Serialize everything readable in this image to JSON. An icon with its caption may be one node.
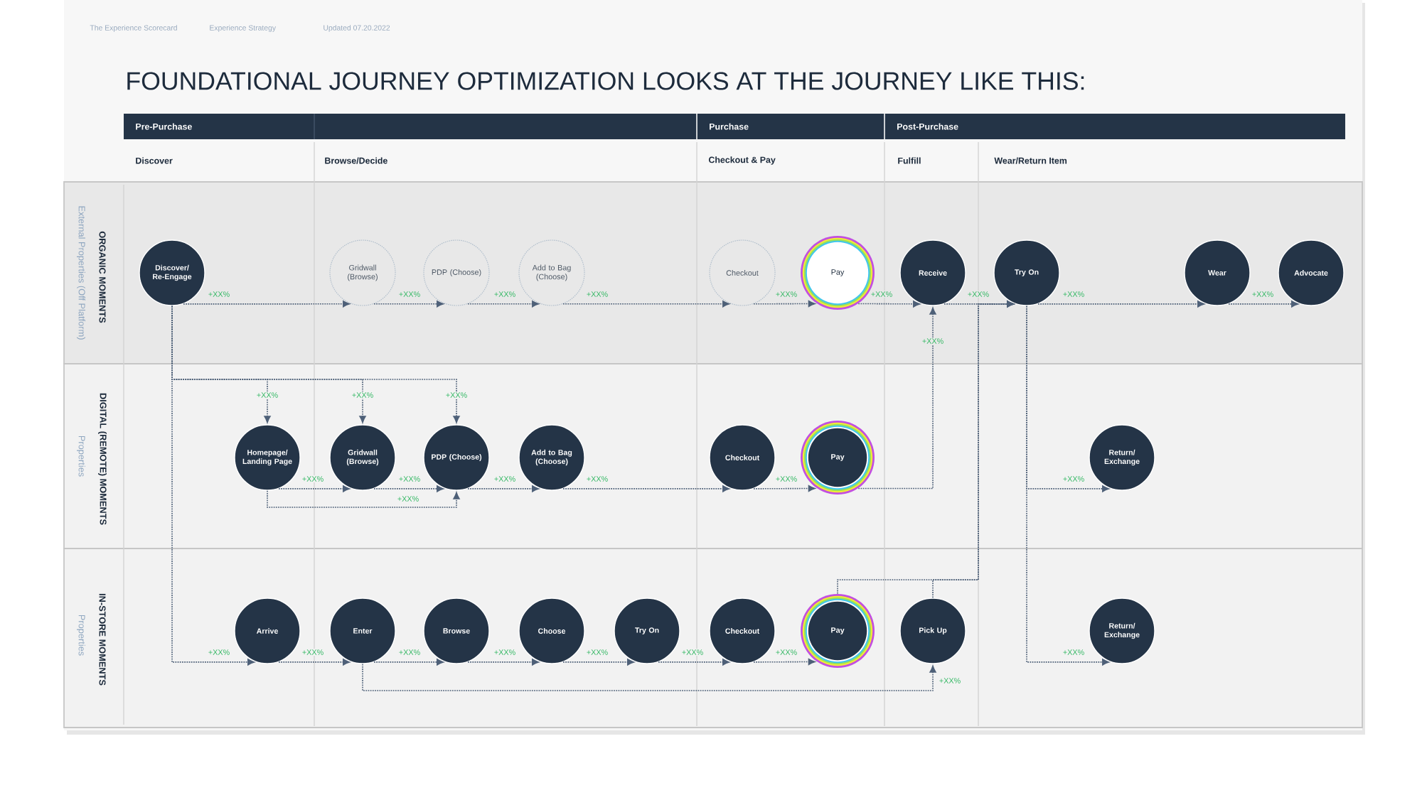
{
  "diagram": {
    "title": "FOUNDATIONAL JOURNEY OPTIMIZATION LOOKS AT THE JOURNEY LIKE THIS:",
    "nodes": [
      {
        "text": [
          "ORGANIC MOMENTS",
          "External Properties (Off Platform)"
        ]
      },
      {
        "text": [
          "Discover/ Re-Engage"
        ],
        "in": 0
      },
      {
        "text": [
          "Gridwall (Browse)"
        ],
        "in": 0
      },
      {
        "text": [
          "PDP (Choose)"
        ],
        "in": 0
      },
      {
        "text": [
          "Add to Bag (Choose)"
        ],
        "in": 0
      },
      {
        "text": [
          "Checkout"
        ],
        "in": 0
      },
      {
        "text": [
          "Pay"
        ],
        "in": 0
      },
      {
        "text": [
          "Receive"
        ],
        "in": 0
      },
      {
        "text": [
          "Try On"
        ],
        "in": 0
      },
      {
        "text": [
          "Wear"
        ],
        "in": 0
      },
      {
        "text": [
          "Advocate"
        ],
        "in": 0
      },
      {
        "text": [
          "DIGITAL (REMOTE) MOMENTS",
          "Properties"
        ]
      },
      {
        "text": [
          "Homepage/ Landing Page"
        ],
        "in": 11
      },
      {
        "text": [
          "Gridwall (Browse)"
        ],
        "in": 11
      },
      {
        "text": [
          "PDP (Choose)"
        ],
        "in": 11
      },
      {
        "text": [
          "Add to Bag (Choose)"
        ],
        "in": 11
      },
      {
        "text": [
          "Checkout"
        ],
        "in": 11
      },
      {
        "text": [
          "Pay"
        ],
        "in": 11
      },
      {
        "text": [
          "Return/ Exchange"
        ],
        "in": 11
      },
      {
        "text": [
          "IN-STORE MOMENTS",
          "Properties"
        ]
      },
      {
        "text": [
          "Arrive"
        ],
        "in": 19
      },
      {
        "text": [
          "Enter"
        ],
        "in": 19
      },
      {
        "text": [
          "Browse"
        ],
        "in": 19
      },
      {
        "text": [
          "Choose"
        ],
        "in": 19
      },
      {
        "text": [
          "Try On"
        ],
        "in": 19
      },
      {
        "text": [
          "Checkout"
        ],
        "in": 19
      },
      {
        "text": [
          "Pay"
        ],
        "in": 19
      },
      {
        "text": [
          "Pick Up"
        ],
        "in": 19
      },
      {
        "text": [
          "Return/ Exchange"
        ],
        "in": 19
      }
    ],
    "edges": [
      {
        "from": 1,
        "to": 2,
        "arrow": "to",
        "label": "+XX%"
      },
      {
        "from": 2,
        "to": 3,
        "arrow": "to",
        "label": "+XX%"
      },
      {
        "from": 3,
        "to": 4,
        "arrow": "to",
        "label": "+XX%"
      },
      {
        "from": 4,
        "to": 5,
        "arrow": "to",
        "label": "+XX%"
      },
      {
        "from": 5,
        "to": 6,
        "arrow": "to",
        "label": "+XX%"
      },
      {
        "from": 6,
        "to": 7,
        "arrow": "to",
        "label": "+XX%"
      },
      {
        "from": 7,
        "to": 8,
        "arrow": "to",
        "label": "+XX%"
      },
      {
        "from": 8,
        "to": 9,
        "arrow": "to",
        "label": "+XX%"
      },
      {
        "from": 9,
        "to": 10,
        "arrow": "to",
        "label": "+XX%"
      },
      {
        "from": 1,
        "to": 12,
        "arrow": "to",
        "label": "+XX%"
      },
      {
        "from": 1,
        "to": 13,
        "arrow": "to",
        "label": "+XX%"
      },
      {
        "from": 1,
        "to": 14,
        "arrow": "to",
        "label": "+XX%"
      },
      {
        "from": 1,
        "to": 20,
        "arrow": "to",
        "label": "+XX%"
      },
      {
        "from": 12,
        "to": 13,
        "arrow": "to",
        "label": "+XX%"
      },
      {
        "from": 12,
        "to": 14,
        "arrow": "to",
        "label": "+XX%"
      },
      {
        "from": 13,
        "to": 14,
        "arrow": "to",
        "label": "+XX%"
      },
      {
        "from": 14,
        "to": 15,
        "arrow": "to",
        "label": "+XX%"
      },
      {
        "from": 15,
        "to": 16,
        "arrow": "to",
        "label": "+XX%"
      },
      {
        "from": 16,
        "to": 17,
        "arrow": "to",
        "label": "+XX%"
      },
      {
        "from": 17,
        "to": 7,
        "arrow": "to",
        "label": "+XX%"
      },
      {
        "from": 8,
        "to": 18,
        "arrow": "to",
        "label": "+XX%"
      },
      {
        "from": 20,
        "to": 21,
        "arrow": "to",
        "label": "+XX%"
      },
      {
        "from": 21,
        "to": 22,
        "arrow": "to",
        "label": "+XX%"
      },
      {
        "from": 22,
        "to": 23,
        "arrow": "to",
        "label": "+XX%"
      },
      {
        "from": 23,
        "to": 24,
        "arrow": "to",
        "label": "+XX%"
      },
      {
        "from": 24,
        "to": 25,
        "arrow": "to",
        "label": "+XX%"
      },
      {
        "from": 25,
        "to": 26,
        "arrow": "to",
        "label": "+XX%"
      },
      {
        "from": 21,
        "to": 27,
        "arrow": "to",
        "label": "+XX%"
      },
      {
        "from": 26,
        "to": 8,
        "arrow": "to"
      },
      {
        "from": 27,
        "to": 8,
        "arrow": "to"
      },
      {
        "from": 8,
        "to": 28,
        "arrow": "to",
        "label": "+XX%"
      }
    ],
    "labels": [
      "The Experience Scorecard",
      "Experience Strategy",
      "Updated 07.20.2022",
      "Pre-Purchase",
      "Purchase",
      "Post-Purchase",
      "Discover",
      "Browse/Decide",
      "Checkout & Pay",
      "Fulfill",
      "Wear/Return Item"
    ]
  }
}
